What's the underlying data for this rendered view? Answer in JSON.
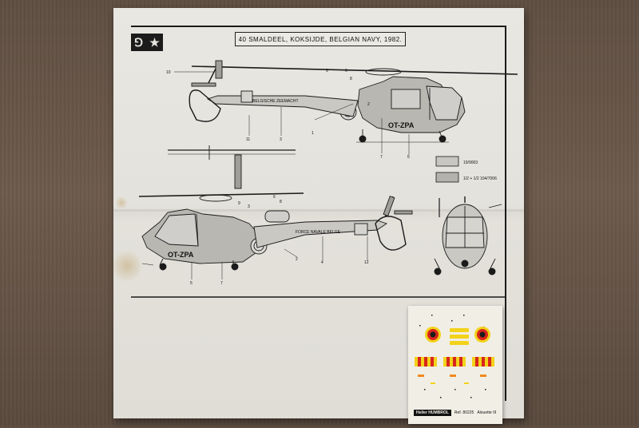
{
  "sheet": {
    "title": "40 SMALDEEL, KOKSIJDE, BELGIAN NAVY, 1982.",
    "logo_glyphs": [
      "⅁",
      "★"
    ],
    "colors": {
      "paper": "#e4e2dc",
      "ink": "#1b1b1b",
      "cardboard": "#65554a",
      "decal_yellow": "#f2d21a",
      "decal_red": "#d8261c",
      "decal_orange": "#ef8a1c"
    }
  },
  "top_view": {
    "fuselage_text": "BELGISCHE ZEEMACHT",
    "registration": "OT-ZPA",
    "callouts": [
      "10",
      "11",
      "3",
      "1",
      "7",
      "5",
      "9",
      "6",
      "8",
      "2"
    ]
  },
  "paint_refs": {
    "ref1": "19/9003",
    "ref2": "1/2 + 1/2 104/7006"
  },
  "bottom_view": {
    "fuselage_text": "FORCE NAVALE BELGE",
    "registration": "OT-ZPA",
    "callouts": [
      "5",
      "7",
      "4",
      "12",
      "2",
      "8",
      "6",
      "9",
      "3"
    ]
  },
  "decals": {
    "footer": {
      "brand": "Heller",
      "brand_sub": "HUMBROL",
      "ref": "Ref. 80225",
      "name": "Alouette III"
    }
  }
}
